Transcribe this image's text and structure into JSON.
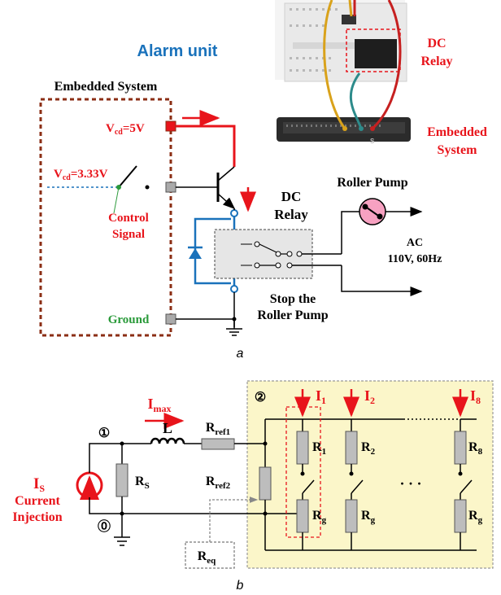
{
  "panel_a": {
    "title": "Alarm unit",
    "embedded_system": "Embedded System",
    "vcd5": "V",
    "vcd5_sub": "cd",
    "vcd5_val": "=5V",
    "vcd333": "V",
    "vcd333_sub": "cd",
    "vcd333_val": "=3.33V",
    "control_line1": "Control",
    "control_line2": "Signal",
    "ground": "Ground",
    "dc_relay_line1": "DC",
    "dc_relay_line2": "Relay",
    "roller_pump": "Roller Pump",
    "ac_line1": "AC",
    "ac_line2": "110V, 60Hz",
    "stop_line1": "Stop the",
    "stop_line2": "Roller Pump",
    "photo_relay_line1": "DC",
    "photo_relay_line2": "Relay",
    "photo_embedded_line1": "Embedded",
    "photo_embedded_line2": "System",
    "caption": "a"
  },
  "panel_b": {
    "node1": "①",
    "node0": "⓪",
    "node2": "②",
    "is": "I",
    "is_sub": "S",
    "current_line1": "Current",
    "current_line2": "Injection",
    "imax": "I",
    "imax_sub": "max",
    "L": "L",
    "rs": "R",
    "rs_sub": "S",
    "rref1": "R",
    "rref1_sub": "ref1",
    "rref2": "R",
    "rref2_sub": "ref2",
    "req": "R",
    "req_sub": "eq",
    "i1": "I",
    "i1_sub": "1",
    "i2": "I",
    "i2_sub": "2",
    "i8": "I",
    "i8_sub": "8",
    "r1": "R",
    "r1_sub": "1",
    "r2": "R",
    "r2_sub": "2",
    "r8": "R",
    "r8_sub": "8",
    "rg": "R",
    "rg_sub": "g",
    "ellipsis": "· · ·",
    "caption": "b"
  },
  "colors": {
    "red": "#e8141b",
    "blue": "#1a72bb",
    "green": "#2a9a3a",
    "brown": "#8b2e14",
    "yellow_bg": "#fbf6c9",
    "pump_pink": "#f7a1c1"
  }
}
